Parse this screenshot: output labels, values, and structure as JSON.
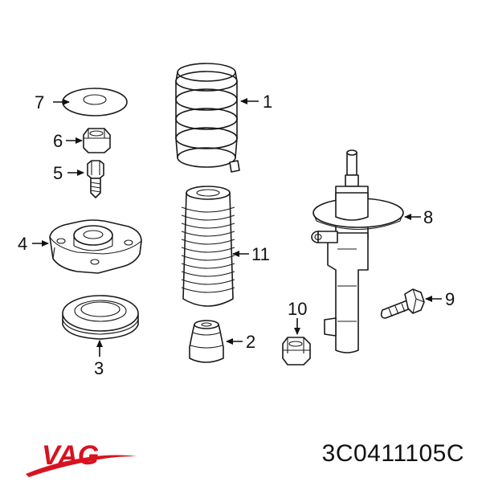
{
  "callouts": {
    "c1": "1",
    "c2": "2",
    "c3": "3",
    "c4": "4",
    "c5": "5",
    "c6": "6",
    "c7": "7",
    "c8": "8",
    "c9": "9",
    "c10": "10",
    "c11": "11"
  },
  "brand": {
    "logo_text": "VAG",
    "logo_color": "#d9121f",
    "swoosh_color": "#d9121f"
  },
  "part_number": "3C0411105C"
}
